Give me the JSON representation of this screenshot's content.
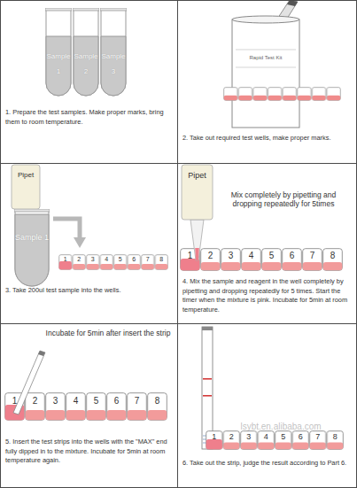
{
  "diagram": {
    "nodes": [
      {
        "text": [
          "1. Prepare the test samples. Make proper marks, bring them to room temperature."
        ]
      },
      {
        "text": [
          "Sample 1"
        ],
        "in": 0
      },
      {
        "text": [
          "Sample 2"
        ],
        "in": 0
      },
      {
        "text": [
          "Sample 3"
        ],
        "in": 0
      },
      {
        "text": [
          "2. Take out required test wells, make proper marks."
        ]
      },
      {
        "text": [
          "3. Take 200ul test sample into the wells."
        ]
      },
      {
        "text": [
          "Sample 1"
        ],
        "in": 5
      },
      {
        "text": [
          "4. Mix the sample and reagent in the well completely by pipetting and dropping repeatedly for 5 times. Start the timer when the mixture is pink. Incubate for 5min at room temperature."
        ]
      },
      {
        "text": [
          "5. Insert the test strips into the wells with the \"MAX\" end fully dipped in to the mixture. Incubate for 5min at room temperature again."
        ]
      },
      {
        "text": [
          "6. Take out the strip, judge the result according to Part 6."
        ]
      }
    ],
    "labels": [
      "Rapid Test Kit",
      "Pipet",
      "1",
      "2",
      "3",
      "4",
      "5",
      "6",
      "7",
      "8",
      "Pipet",
      "Mix completely by pipetting and dropping repeatedly for 5times",
      "1",
      "2",
      "3",
      "4",
      "5",
      "6",
      "7",
      "8",
      "Incubate for 5min after insert the strip",
      "1",
      "2",
      "3",
      "4",
      "5",
      "6",
      "7",
      "8",
      "1",
      "2",
      "3",
      "4",
      "5",
      "6",
      "7",
      "8",
      "lsybt.en.alibaba.com"
    ]
  }
}
